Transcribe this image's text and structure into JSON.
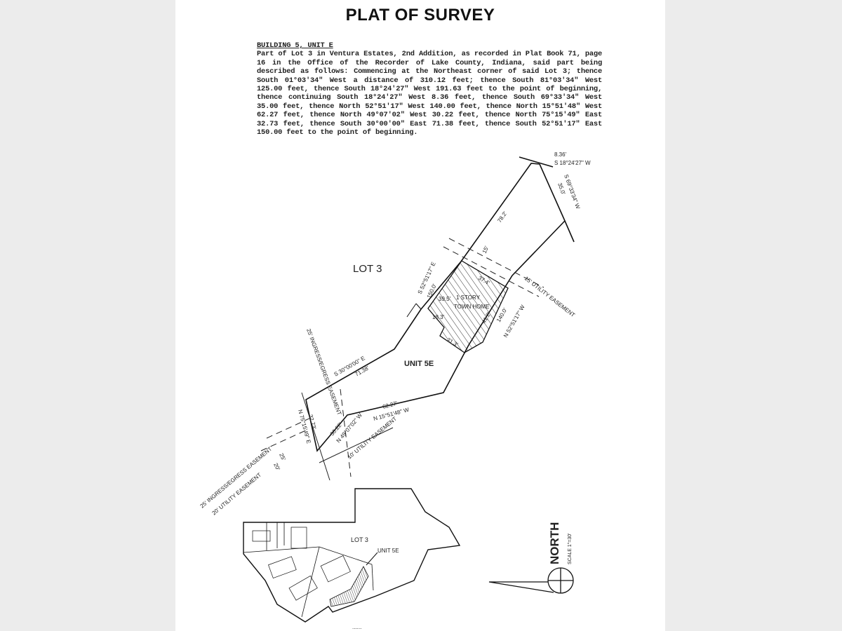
{
  "title": "PLAT OF SURVEY",
  "legal": {
    "heading": "BUILDING 5, UNIT E",
    "description": "Part of Lot 3 in Ventura Estates, 2nd Addition, as recorded in Plat Book 71, page 16 in the Office of the Recorder of Lake County, Indiana, said part being described as follows: Commencing at the Northeast corner of said Lot 3; thence South 01°03'34\" West a distance of 310.12 feet; thence South 81°03'34\" West 125.00 feet, thence South 18°24'27\" West 191.63 feet to the point of beginning, thence continuing South 18°24'27\" West 8.36 feet, thence South 69°33'34\" West 35.00 feet, thence North 52°51'17\" West 140.00 feet, thence North 15°51'48\" West 62.27 feet, thence North 49°07'02\" West 30.22 feet, thence North 75°15'49\" East 32.73 feet, thence South 30°00'00\" East 71.38 feet, thence South 52°51'17\" East 150.00 feet to the point of beginning."
  },
  "plat": {
    "lot_label": "LOT 3",
    "unit_label": "UNIT 5E",
    "building_label_1": "1 STORY",
    "building_label_2": "TOWN HOME",
    "dim_836": "8.36'",
    "bearing_836": "S 18°24'27\" W",
    "bearing_35": "S 69°33'34\" W",
    "dim_35": "35.0'",
    "dim_782": "78.2'",
    "dim_15": "15'",
    "bearing_150": "S 52°51'17\" E",
    "dim_150": "150.0'",
    "dim_395": "39.5'",
    "dim_374": "37.4'",
    "dim_183": "18.3'",
    "dim_412": "41.2'",
    "dim_213": "21.3'",
    "dim_140": "140.0'",
    "bearing_140": "N 52°51'17\" W",
    "utility_15": "15' UTILITY EASEMENT",
    "ingress_25": "25' INGRESS/EGRESS EASEMENT",
    "bearing_7138": "S 30°00'00\" E",
    "dim_7138": "71.38'",
    "bearing_3273": "N 75°15'49\" E",
    "dim_3273": "32.73'",
    "dim_3022": "30.22'",
    "bearing_3022": "N 49°07'02\" W",
    "dim_6227": "62.27'",
    "bearing_6227": "N 15°51'48\" W",
    "utility_10": "10' UTILITY EASEMENT",
    "dim_25": "25'",
    "dim_20": "20'",
    "ingress_25_lower": "25' INGRESS/EGRESS EASEMENT",
    "utility_20": "20' UTILITY EASEMENT"
  },
  "key_map": {
    "lot_label": "LOT 3",
    "unit_label": "UNIT 5E"
  },
  "north": {
    "label": "NORTH",
    "scale": "SCALE 1\"=30'"
  },
  "footer_mark": "......"
}
